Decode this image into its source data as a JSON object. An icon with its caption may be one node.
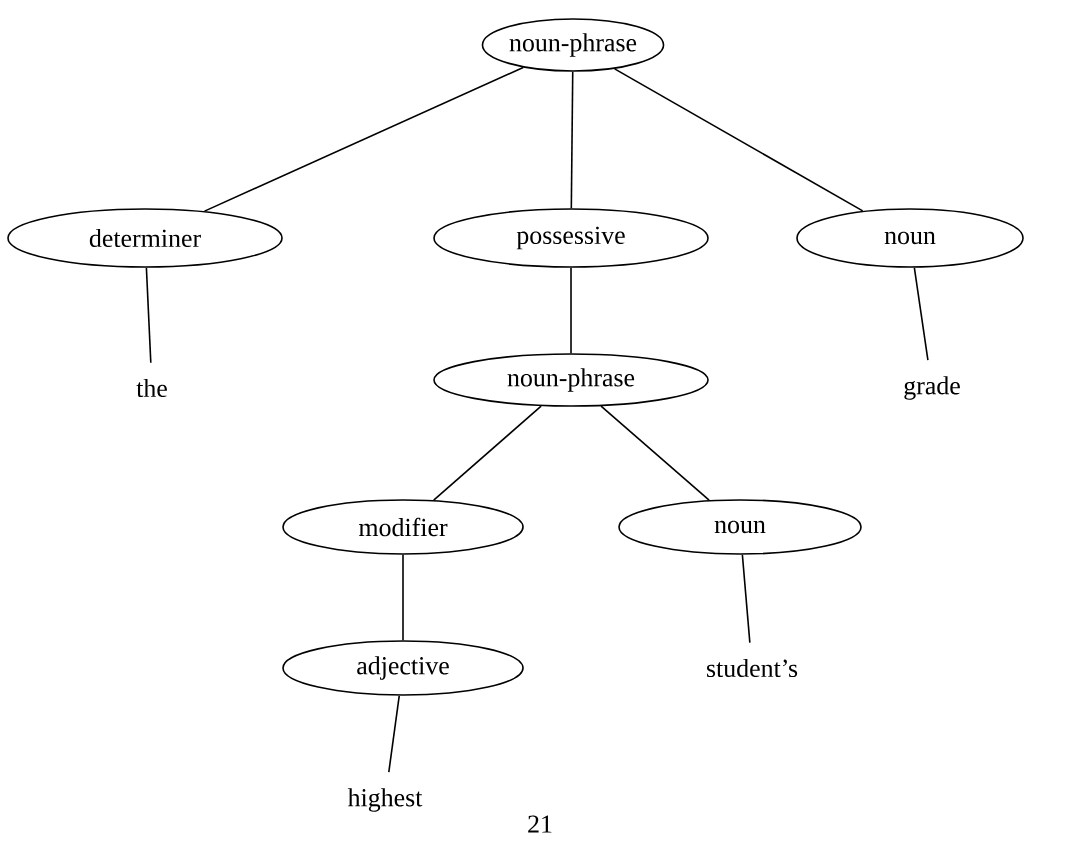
{
  "diagram": {
    "nodes": [
      {
        "text": [
          "noun-phrase"
        ]
      },
      {
        "text": [
          "determiner"
        ]
      },
      {
        "text": [
          "possessive"
        ]
      },
      {
        "text": [
          "noun"
        ]
      },
      {
        "text": [
          "the"
        ]
      },
      {
        "text": [
          "noun-phrase"
        ]
      },
      {
        "text": [
          "grade"
        ]
      },
      {
        "text": [
          "modifier"
        ]
      },
      {
        "text": [
          "noun"
        ]
      },
      {
        "text": [
          "adjective"
        ]
      },
      {
        "text": [
          "student’s"
        ]
      },
      {
        "text": [
          "highest"
        ]
      }
    ],
    "edges": [
      {
        "from": 0,
        "to": 1,
        "arrow": "none"
      },
      {
        "from": 0,
        "to": 2,
        "arrow": "none"
      },
      {
        "from": 0,
        "to": 3,
        "arrow": "none"
      },
      {
        "from": 1,
        "to": 4,
        "arrow": "none"
      },
      {
        "from": 2,
        "to": 5,
        "arrow": "none"
      },
      {
        "from": 3,
        "to": 6,
        "arrow": "none"
      },
      {
        "from": 5,
        "to": 7,
        "arrow": "none"
      },
      {
        "from": 5,
        "to": 8,
        "arrow": "none"
      },
      {
        "from": 7,
        "to": 9,
        "arrow": "none"
      },
      {
        "from": 8,
        "to": 10,
        "arrow": "none"
      },
      {
        "from": 9,
        "to": 11,
        "arrow": "none"
      }
    ],
    "labels": [
      "21"
    ]
  }
}
